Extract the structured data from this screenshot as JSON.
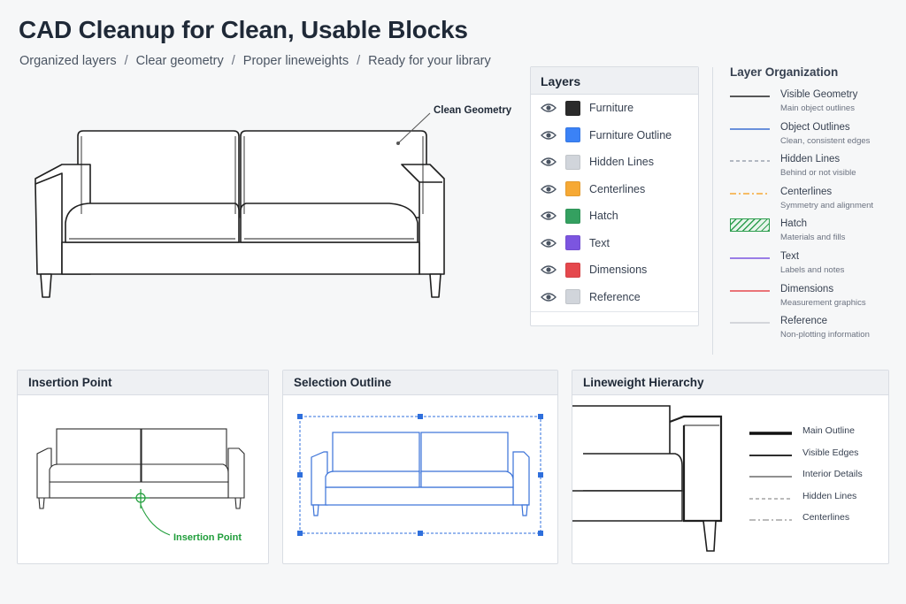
{
  "header": {
    "title": "CAD Cleanup for Clean, Usable Blocks",
    "subtitle_parts": [
      "Organized layers",
      "Clear geometry",
      "Proper lineweights",
      "Ready for your library"
    ],
    "separator": "/"
  },
  "hero": {
    "callout": "Clean Geometry"
  },
  "layers_panel": {
    "title": "Layers",
    "layers": [
      {
        "name": "Furniture",
        "color": "#2b2b2b"
      },
      {
        "name": "Furniture Outline",
        "color": "#3b82f6"
      },
      {
        "name": "Hidden Lines",
        "color": "#d1d5db"
      },
      {
        "name": "Centerlines",
        "color": "#f6a935"
      },
      {
        "name": "Hatch",
        "color": "#34a060"
      },
      {
        "name": "Text",
        "color": "#7c55e0"
      },
      {
        "name": "Dimensions",
        "color": "#e5484d"
      },
      {
        "name": "Reference",
        "color": "#d1d5db"
      }
    ]
  },
  "organization": {
    "title": "Layer Organization",
    "items": [
      {
        "name": "Visible Geometry",
        "desc": "Main object outlines",
        "style": "solid",
        "color": "#222222"
      },
      {
        "name": "Object Outlines",
        "desc": "Clean, consistent edges",
        "style": "solid",
        "color": "#3b6fd1"
      },
      {
        "name": "Hidden Lines",
        "desc": "Behind or not visible",
        "style": "dashed",
        "color": "#9ca3af"
      },
      {
        "name": "Centerlines",
        "desc": "Symmetry and alignment",
        "style": "dashdot",
        "color": "#f6a935"
      },
      {
        "name": "Hatch",
        "desc": "Materials and fills",
        "style": "hatch",
        "color": "#2e9e4f"
      },
      {
        "name": "Text",
        "desc": "Labels and notes",
        "style": "solid",
        "color": "#7c55e0"
      },
      {
        "name": "Dimensions",
        "desc": "Measurement graphics",
        "style": "solid",
        "color": "#e5484d"
      },
      {
        "name": "Reference",
        "desc": "Non-plotting information",
        "style": "solid",
        "color": "#c9ccd1"
      }
    ]
  },
  "cards": {
    "insertion": {
      "title": "Insertion Point",
      "label": "Insertion Point",
      "accent": "#1f9d3a"
    },
    "selection": {
      "title": "Selection Outline",
      "accent": "#2f6fdc"
    },
    "lineweight": {
      "title": "Lineweight Hierarchy",
      "items": [
        {
          "label": "Main Outline",
          "style": "heavy"
        },
        {
          "label": "Visible Edges",
          "style": "medium"
        },
        {
          "label": "Interior Details",
          "style": "thin"
        },
        {
          "label": "Hidden Lines",
          "style": "dashed"
        },
        {
          "label": "Centerlines",
          "style": "dashdot"
        }
      ]
    }
  }
}
